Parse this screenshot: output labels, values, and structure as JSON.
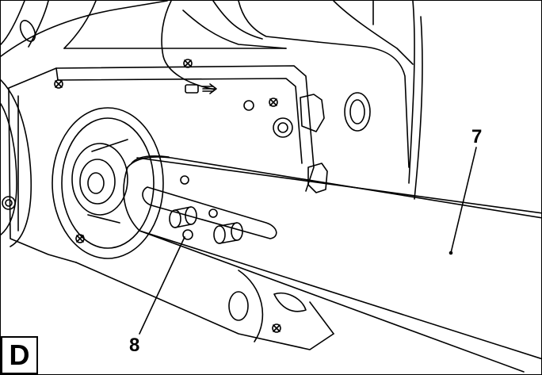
{
  "figure": {
    "panel_label": "D",
    "callouts": [
      {
        "number": "7",
        "part": "guide-bar"
      },
      {
        "number": "8",
        "part": "tensioning-pin"
      }
    ]
  }
}
